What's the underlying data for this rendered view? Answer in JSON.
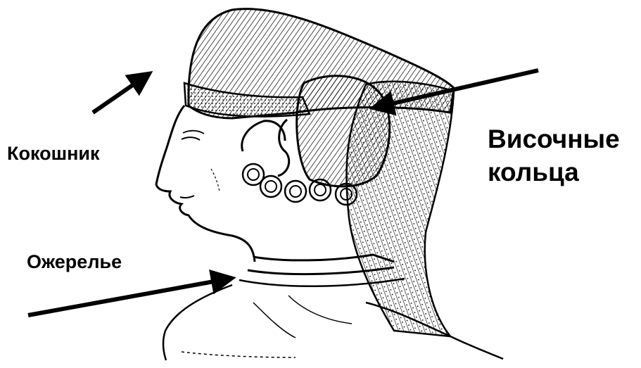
{
  "labels": {
    "kokoshnik": "Кокошник",
    "visochnye_line1": "Височные",
    "visochnye_line2": "кольца",
    "ozherelye": "Ожерелье"
  },
  "colors": {
    "ink": "#000000",
    "background": "#ffffff",
    "arrow": "#000000"
  }
}
